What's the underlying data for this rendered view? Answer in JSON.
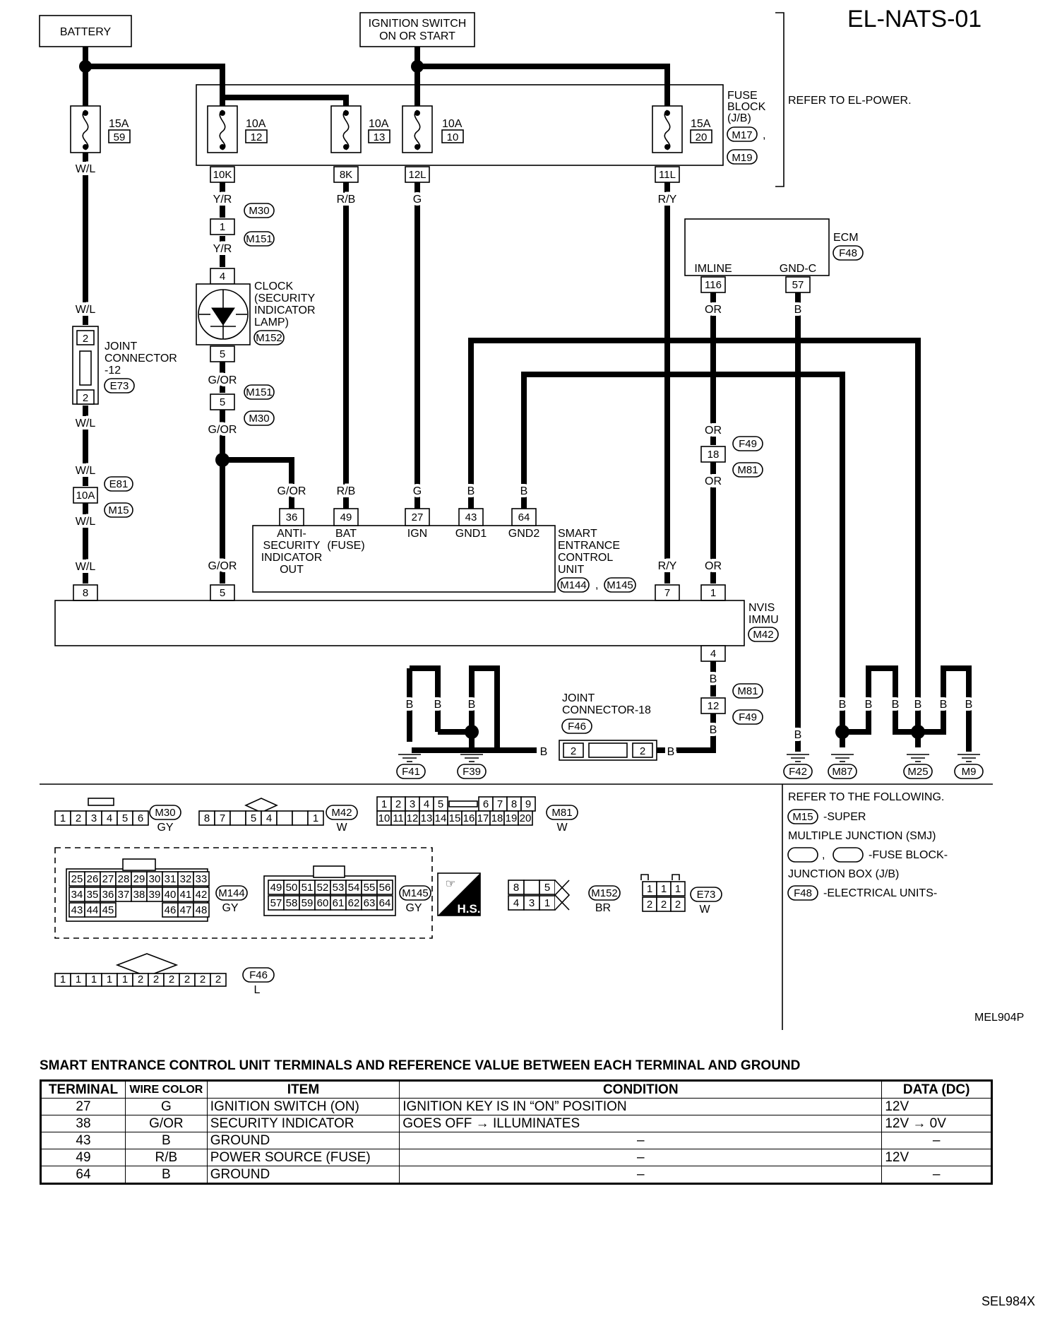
{
  "page_code": "EL-NATS-01",
  "sources": {
    "battery": "BATTERY",
    "ignition_line1": "IGNITION SWITCH",
    "ignition_line2": "ON OR START"
  },
  "fuse_block": {
    "label_line1": "FUSE",
    "label_line2": "BLOCK",
    "label_line3": "(J/B)",
    "conn_a": "M17",
    "sep": ",",
    "conn_b": "M19",
    "refer": "REFER TO EL-POWER."
  },
  "fuses": [
    {
      "amp": "15A",
      "num": "59"
    },
    {
      "amp": "10A",
      "num": "12"
    },
    {
      "amp": "10A",
      "num": "13"
    },
    {
      "amp": "10A",
      "num": "10"
    },
    {
      "amp": "15A",
      "num": "20"
    }
  ],
  "fuse_terminals": [
    "10K",
    "8K",
    "12L",
    "11L"
  ],
  "wire_colors": {
    "wl": "W/L",
    "yr": "Y/R",
    "rb": "R/B",
    "g": "G",
    "ry": "R/Y",
    "gor": "G/OR",
    "or": "OR",
    "b": "B"
  },
  "conns": {
    "m30": "M30",
    "m151": "M151",
    "m152": "M152",
    "e73": "E73",
    "e81": "E81",
    "m15": "M15",
    "f49": "F49",
    "m81": "M81",
    "f48": "F48",
    "m144": "M144",
    "m145": "M145",
    "m42": "M42",
    "f46": "F46",
    "f41": "F41",
    "f39": "F39",
    "f42": "F42",
    "m87": "M87",
    "m25": "M25",
    "m9": "M9"
  },
  "pins": {
    "p1": "1",
    "p2": "2",
    "p4": "4",
    "p5": "5",
    "p7": "7",
    "p8": "8",
    "p10a": "10A",
    "p12": "12",
    "p18": "18",
    "p27": "27",
    "p36": "36",
    "p43": "43",
    "p49": "49",
    "p57": "57",
    "p64": "64",
    "p116": "116"
  },
  "clock": {
    "l1": "CLOCK",
    "l2": "(SECURITY",
    "l3": "INDICATOR",
    "l4": "LAMP)"
  },
  "joint12": {
    "l1": "JOINT",
    "l2": "CONNECTOR",
    "l3": "-12"
  },
  "ecm": {
    "name": "ECM",
    "imline": "IMLINE",
    "gndc": "GND-C"
  },
  "seu": {
    "l1": "SMART",
    "l2": "ENTRANCE",
    "l3": "CONTROL",
    "l4": "UNIT",
    "sep": ",",
    "t36_l1": "ANTI-",
    "t36_l2": "SECURITY",
    "t36_l3": "INDICATOR",
    "t36_l4": "OUT",
    "t49_l1": "BAT",
    "t49_l2": "(FUSE)",
    "t27": "IGN",
    "t43": "GND1",
    "t64": "GND2"
  },
  "nvis": {
    "l1": "NVIS",
    "l2": "IMMU"
  },
  "joint18": {
    "l1": "JOINT",
    "l2": "CONNECTOR-18"
  },
  "connector_faces": {
    "m30_pins": [
      "1",
      "2",
      "3",
      "4",
      "5",
      "6"
    ],
    "m30_color": "GY",
    "m42_pins": [
      "8",
      "7",
      "",
      "5",
      "4",
      "",
      "",
      "1"
    ],
    "m42_color": "W",
    "m81_row1": [
      "1",
      "2",
      "3",
      "4",
      "5",
      "",
      "6",
      "7",
      "8",
      "9"
    ],
    "m81_row2": [
      "10",
      "11",
      "12",
      "13",
      "14",
      "15",
      "16",
      "17",
      "18",
      "19",
      "20"
    ],
    "m81_color": "W",
    "m144_row1": [
      "25",
      "26",
      "27",
      "28",
      "29",
      "30",
      "31",
      "32",
      "33"
    ],
    "m144_row2": [
      "34",
      "35",
      "36",
      "37",
      "38",
      "39",
      "40",
      "41",
      "42"
    ],
    "m144_row3": [
      "43",
      "44",
      "45",
      "46",
      "47",
      "48"
    ],
    "m144_color": "GY",
    "m145_row1": [
      "49",
      "50",
      "51",
      "52",
      "53",
      "54",
      "55",
      "56"
    ],
    "m145_row2": [
      "57",
      "58",
      "59",
      "60",
      "61",
      "62",
      "63",
      "64"
    ],
    "m145_color": "GY",
    "hs": "H.S.",
    "m152_row1": [
      "8",
      "",
      "5"
    ],
    "m152_row2": [
      "4",
      "3",
      "1"
    ],
    "m152_color": "BR",
    "e73_row1": [
      "1",
      "1",
      "1"
    ],
    "e73_row2": [
      "2",
      "2",
      "2"
    ],
    "e73_color": "W",
    "f46_pins": [
      "1",
      "1",
      "1",
      "1",
      "1",
      "2",
      "2",
      "2",
      "2",
      "2",
      "2"
    ],
    "f46_color": "L"
  },
  "refer_following": {
    "title": "REFER TO THE FOLLOWING.",
    "m15_text": "-SUPER",
    "smj": "MULTIPLE JUNCTION (SMJ)",
    "fuse_text": "-FUSE BLOCK-",
    "jb": "JUNCTION BOX (J/B)",
    "f48_text": "-ELECTRICAL UNITS-"
  },
  "diagram_code": "MEL904P",
  "table": {
    "title": "SMART ENTRANCE CONTROL UNIT TERMINALS AND REFERENCE VALUE BETWEEN EACH TERMINAL AND GROUND",
    "headers": [
      "TERMINAL",
      "WIRE COLOR",
      "ITEM",
      "CONDITION",
      "DATA (DC)"
    ],
    "rows": [
      [
        "27",
        "G",
        "IGNITION SWITCH (ON)",
        "IGNITION KEY IS IN “ON” POSITION",
        "12V"
      ],
      [
        "38",
        "G/OR",
        "SECURITY INDICATOR",
        "GOES OFF → ILLUMINATES",
        "12V → 0V"
      ],
      [
        "43",
        "B",
        "GROUND",
        "–",
        "–"
      ],
      [
        "49",
        "R/B",
        "POWER SOURCE (FUSE)",
        "–",
        "12V"
      ],
      [
        "64",
        "B",
        "GROUND",
        "–",
        "–"
      ]
    ]
  },
  "footer_code": "SEL984X"
}
